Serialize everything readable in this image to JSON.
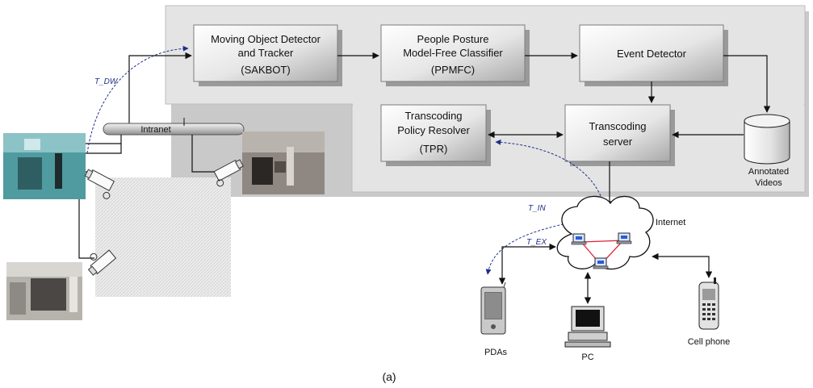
{
  "modules": {
    "sakbot": {
      "line1": "Moving Object Detector",
      "line2": "and Tracker",
      "line3": "(SAKBOT)"
    },
    "ppmfc": {
      "line1": "People Posture",
      "line2": "Model-Free Classifier",
      "line3": "(PPMFC)"
    },
    "event_detector": {
      "line1": "Event Detector"
    },
    "tpr": {
      "line1": "Transcoding",
      "line2": "Policy Resolver",
      "line3": "(TPR)"
    },
    "transcoding_server": {
      "line1": "Transcoding",
      "line2": "server"
    }
  },
  "storage": {
    "line1": "Annotated",
    "line2": "Videos"
  },
  "network": {
    "intranet": "Intranet",
    "internet": "Internet"
  },
  "devices": {
    "pdas": "PDAs",
    "pc": "PC",
    "cell_phone": "Cell phone"
  },
  "timings": {
    "t_dw": "T_DW",
    "t_in": "T_IN",
    "t_ex": "T_EX"
  },
  "caption": "(a)"
}
